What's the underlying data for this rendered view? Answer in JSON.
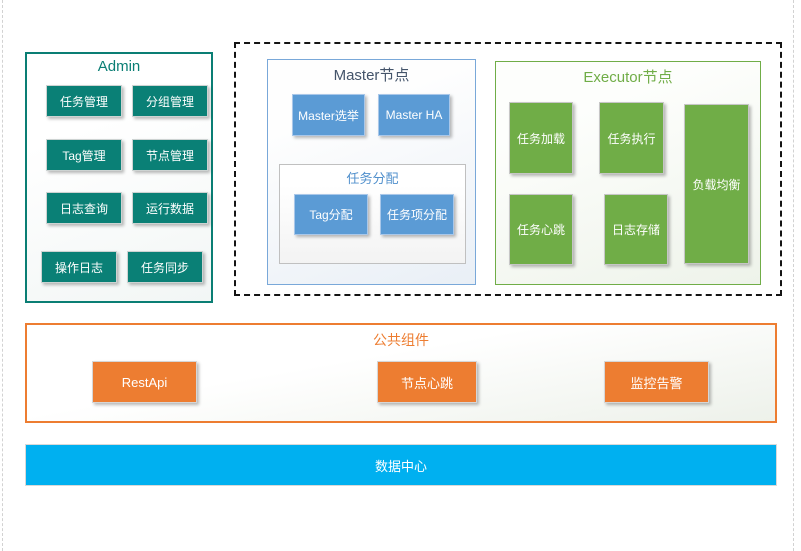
{
  "colors": {
    "teal": "#0a8076",
    "blue": "#5b9bd5",
    "green": "#70ad47",
    "orange": "#ed7d31",
    "datacenter_blue": "#00b0f0",
    "master_title": "#44546a"
  },
  "admin": {
    "title": "Admin",
    "items": [
      "任务管理",
      "分组管理",
      "Tag管理",
      "节点管理",
      "日志查询",
      "运行数据",
      "操作日志",
      "任务同步"
    ]
  },
  "master": {
    "title": "Master节点",
    "items": [
      "Master选举",
      "Master HA"
    ],
    "dispatch": {
      "title": "任务分配",
      "items": [
        "Tag分配",
        "任务项分配"
      ]
    }
  },
  "executor": {
    "title": "Executor节点",
    "items": [
      "任务加载",
      "任务执行",
      "任务心跳",
      "日志存储",
      "负载均衡"
    ]
  },
  "common": {
    "title": "公共组件",
    "items": [
      "RestApi",
      "节点心跳",
      "监控告警"
    ]
  },
  "datacenter": {
    "label": "数据中心"
  }
}
